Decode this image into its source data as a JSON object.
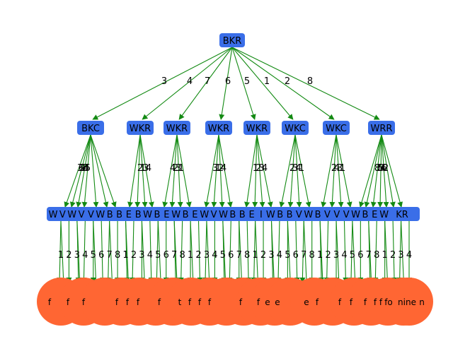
{
  "root": {
    "label": "BKR"
  },
  "level1": [
    {
      "label": "BKC",
      "edge_label": "3",
      "child_edge_labels": [
        "3",
        "6",
        "2",
        "1",
        "8",
        "4",
        "5"
      ]
    },
    {
      "label": "WKR",
      "edge_label": "4",
      "child_edge_labels": [
        "2",
        "1",
        "3",
        "4"
      ]
    },
    {
      "label": "WKR",
      "edge_label": "7",
      "child_edge_labels": [
        "4",
        "2",
        "3",
        "1"
      ]
    },
    {
      "label": "WKR",
      "edge_label": "6",
      "child_edge_labels": [
        "3",
        "1",
        "2",
        "4"
      ]
    },
    {
      "label": "WKR",
      "edge_label": "5",
      "child_edge_labels": [
        "1",
        "2",
        "3",
        "4"
      ]
    },
    {
      "label": "WKC",
      "edge_label": "1",
      "child_edge_labels": [
        "2",
        "3",
        "4",
        "1"
      ]
    },
    {
      "label": "WKC",
      "edge_label": "2",
      "child_edge_labels": [
        "2",
        "4",
        "3",
        "1"
      ]
    },
    {
      "label": "WRR",
      "edge_label": "8",
      "child_edge_labels": [
        "8",
        "7",
        "5",
        "3",
        "4",
        "6",
        "2"
      ]
    }
  ],
  "level2_labels": [
    "W",
    "V",
    "W",
    "V",
    "V",
    "W",
    "B",
    "B",
    "E",
    "B",
    "W",
    "B",
    "E",
    "W",
    "B",
    "E",
    "W",
    "V",
    "W",
    "B",
    "B",
    "E",
    "I",
    "W",
    "B",
    "B",
    "V",
    "W",
    "B",
    "V",
    "V",
    "V",
    "W",
    "B",
    "E",
    "W",
    "KR"
  ],
  "level3_edge_labels": [
    "1",
    "2",
    "3",
    "4",
    "5",
    "6",
    "7",
    "8",
    "1",
    "2",
    "3",
    "4",
    "5",
    "6",
    "7",
    "8",
    "1",
    "2",
    "3",
    "4",
    "5",
    "6",
    "7",
    "8",
    "1",
    "2",
    "3",
    "4",
    "5",
    "6",
    "7",
    "8",
    "1",
    "2",
    "3",
    "4",
    "5",
    "6",
    "7",
    "8",
    "1",
    "2",
    "3",
    "4"
  ],
  "leaf_labels": [
    "f",
    "f",
    "f",
    "f",
    "f",
    "f",
    "f",
    "t",
    "f",
    "f",
    "f",
    "f",
    "f",
    "e",
    "e",
    "e",
    "f",
    "f",
    "f",
    "f",
    "f",
    "f",
    "fo",
    "nine",
    "n"
  ]
}
